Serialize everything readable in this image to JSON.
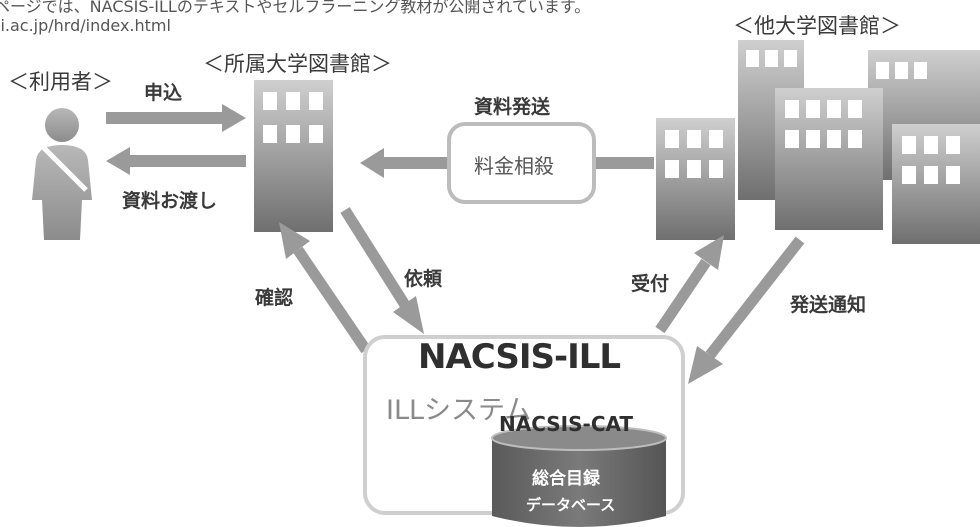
{
  "header": {
    "line1": "ページでは、NACSIS-ILLのテキストやセルフラーニング教材が公開されています。",
    "line2": "ii.ac.jp/hrd/index.html"
  },
  "nodes": {
    "user": "＜利用者＞",
    "own_library": "＜所属大学図書館＞",
    "other_library": "＜他大学図書館＞"
  },
  "arrows": {
    "apply": "申込",
    "hand_over": "資料お渡し",
    "ship_material": "資料発送",
    "fee_settlement": "料金相殺",
    "confirm": "確認",
    "request": "依頼",
    "accept": "受付",
    "ship_notice": "発送通知"
  },
  "system": {
    "title": "NACSIS-ILL",
    "subtitle": "ILLシステム",
    "cat_title": "NACSIS-CAT",
    "db_line1": "総合目録",
    "db_line2": "データベース"
  },
  "colors": {
    "arrow": "#9a9a9a",
    "building_light": "#c9c9c9",
    "building_dark": "#6f6f6f",
    "window": "#ffffff",
    "person": "#9e9e9e",
    "database": "#6a6a6a"
  },
  "icons": {
    "user": "person-icon",
    "own_library": "building-icon",
    "other_libraries": "building-group-icon",
    "database": "database-cylinder-icon"
  }
}
